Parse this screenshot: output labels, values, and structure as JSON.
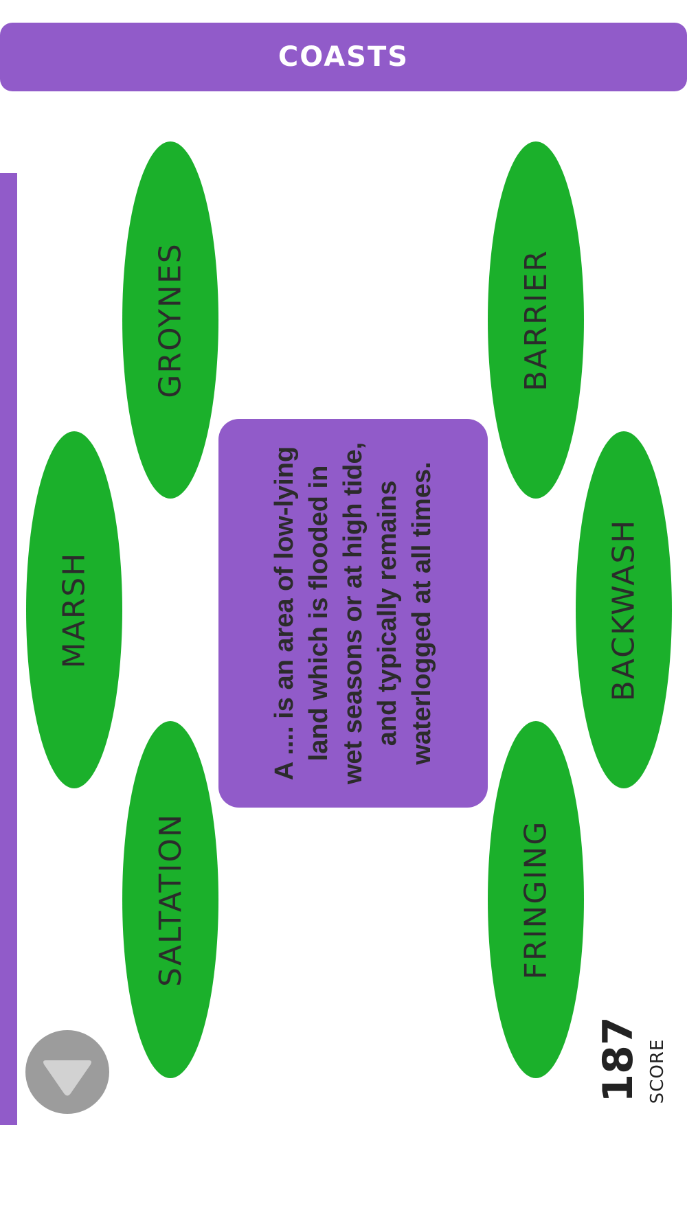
{
  "header": {
    "title": "COASTS"
  },
  "question": {
    "text": "A .... is an area of low-lying land which is flooded in wet seasons or at high tide, and typically remains waterlogged at all times."
  },
  "answers": [
    {
      "label": "GROYNES"
    },
    {
      "label": "MARSH"
    },
    {
      "label": "SALTATION"
    },
    {
      "label": "BARRIER"
    },
    {
      "label": "BACKWASH"
    },
    {
      "label": "FRINGING"
    }
  ],
  "score": {
    "value": "187",
    "label": "SCORE"
  },
  "controls": {
    "down_icon": "triangle-down-icon"
  },
  "colors": {
    "accent_purple": "#915bc9",
    "answer_green": "#1bb02b",
    "text_dark": "#2b2b2b",
    "button_gray": "#9c9c9c"
  }
}
